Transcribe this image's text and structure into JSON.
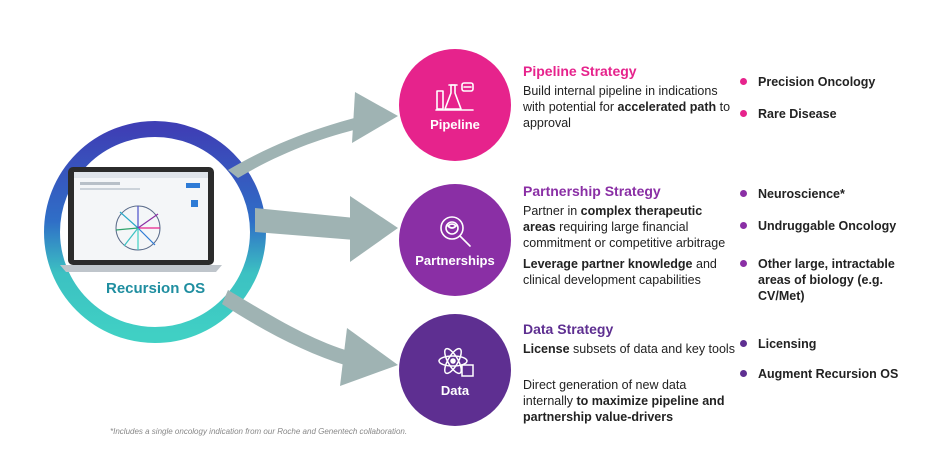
{
  "colors": {
    "pipeline": "#e6238c",
    "partnerships": "#8a2fa5",
    "data": "#5e2f91",
    "arrow": "#9fb3b3",
    "ring_top": "#3e3fb5",
    "ring_bottom": "#3cc1c2"
  },
  "hub": {
    "brand_label": "Recursion OS",
    "screen_icon": "laptop-screen"
  },
  "pipeline": {
    "circle_label": "Pipeline",
    "icon": "lab-flask-icon",
    "title": "Pipeline Strategy",
    "p1": {
      "a": "Build internal pipeline in indications with potential for ",
      "b": "accelerated path",
      "c": " to approval"
    },
    "bullets": [
      "Precision Oncology",
      "Rare Disease"
    ]
  },
  "partnerships": {
    "circle_label": "Partnerships",
    "icon": "magnifier-icon",
    "title": "Partnership Strategy",
    "p1": {
      "a": "Partner in ",
      "b": "complex therapeutic areas",
      "c": " requiring large financial commitment or competitive arbitrage"
    },
    "p2": {
      "a": "Leverage partner knowledge",
      "b": " and clinical development capabilities"
    },
    "bullets": [
      "Neuroscience*",
      "Undruggable Oncology",
      "Other large, intractable areas of biology (e.g. CV/Met)"
    ]
  },
  "data": {
    "circle_label": "Data",
    "icon": "atom-data-icon",
    "title": "Data Strategy",
    "p1": {
      "a": "License",
      "b": " subsets of data and key tools"
    },
    "p2": {
      "a": "Direct generation of new data internally ",
      "b": "to maximize pipeline and partnership value-drivers"
    },
    "bullets": [
      "Licensing",
      "Augment Recursion OS"
    ]
  },
  "footnote": "*Includes a single oncology indication from our Roche and Genentech collaboration."
}
